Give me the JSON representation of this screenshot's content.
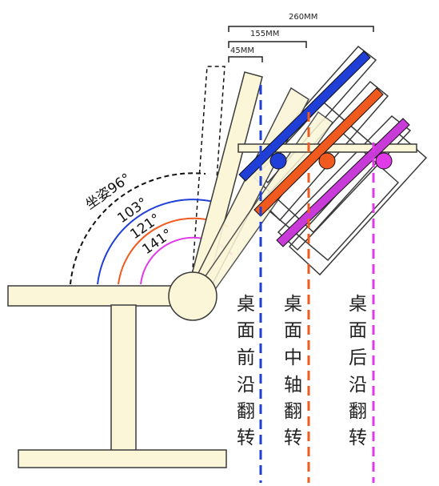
{
  "dimensions": {
    "d45": "45MM",
    "d155": "155MM",
    "d260": "260MM"
  },
  "angles": {
    "sit": "坐姿96°",
    "a103": "103°",
    "a121": "121°",
    "a141": "141°"
  },
  "labels": {
    "front": [
      "桌",
      "面",
      "前",
      "沿",
      "翻",
      "转"
    ],
    "middle": [
      "桌",
      "面",
      "中",
      "轴",
      "翻",
      "转"
    ],
    "rear": [
      "桌",
      "面",
      "后",
      "沿",
      "翻",
      "转"
    ]
  },
  "colors": {
    "fill": "#fbf6d8",
    "outline": "#3a3a3a",
    "blue": "#1f3fd6",
    "orange": "#f05a1e",
    "magenta": "#e03ae8",
    "purple": "#c93bd8",
    "black": "#111111"
  }
}
